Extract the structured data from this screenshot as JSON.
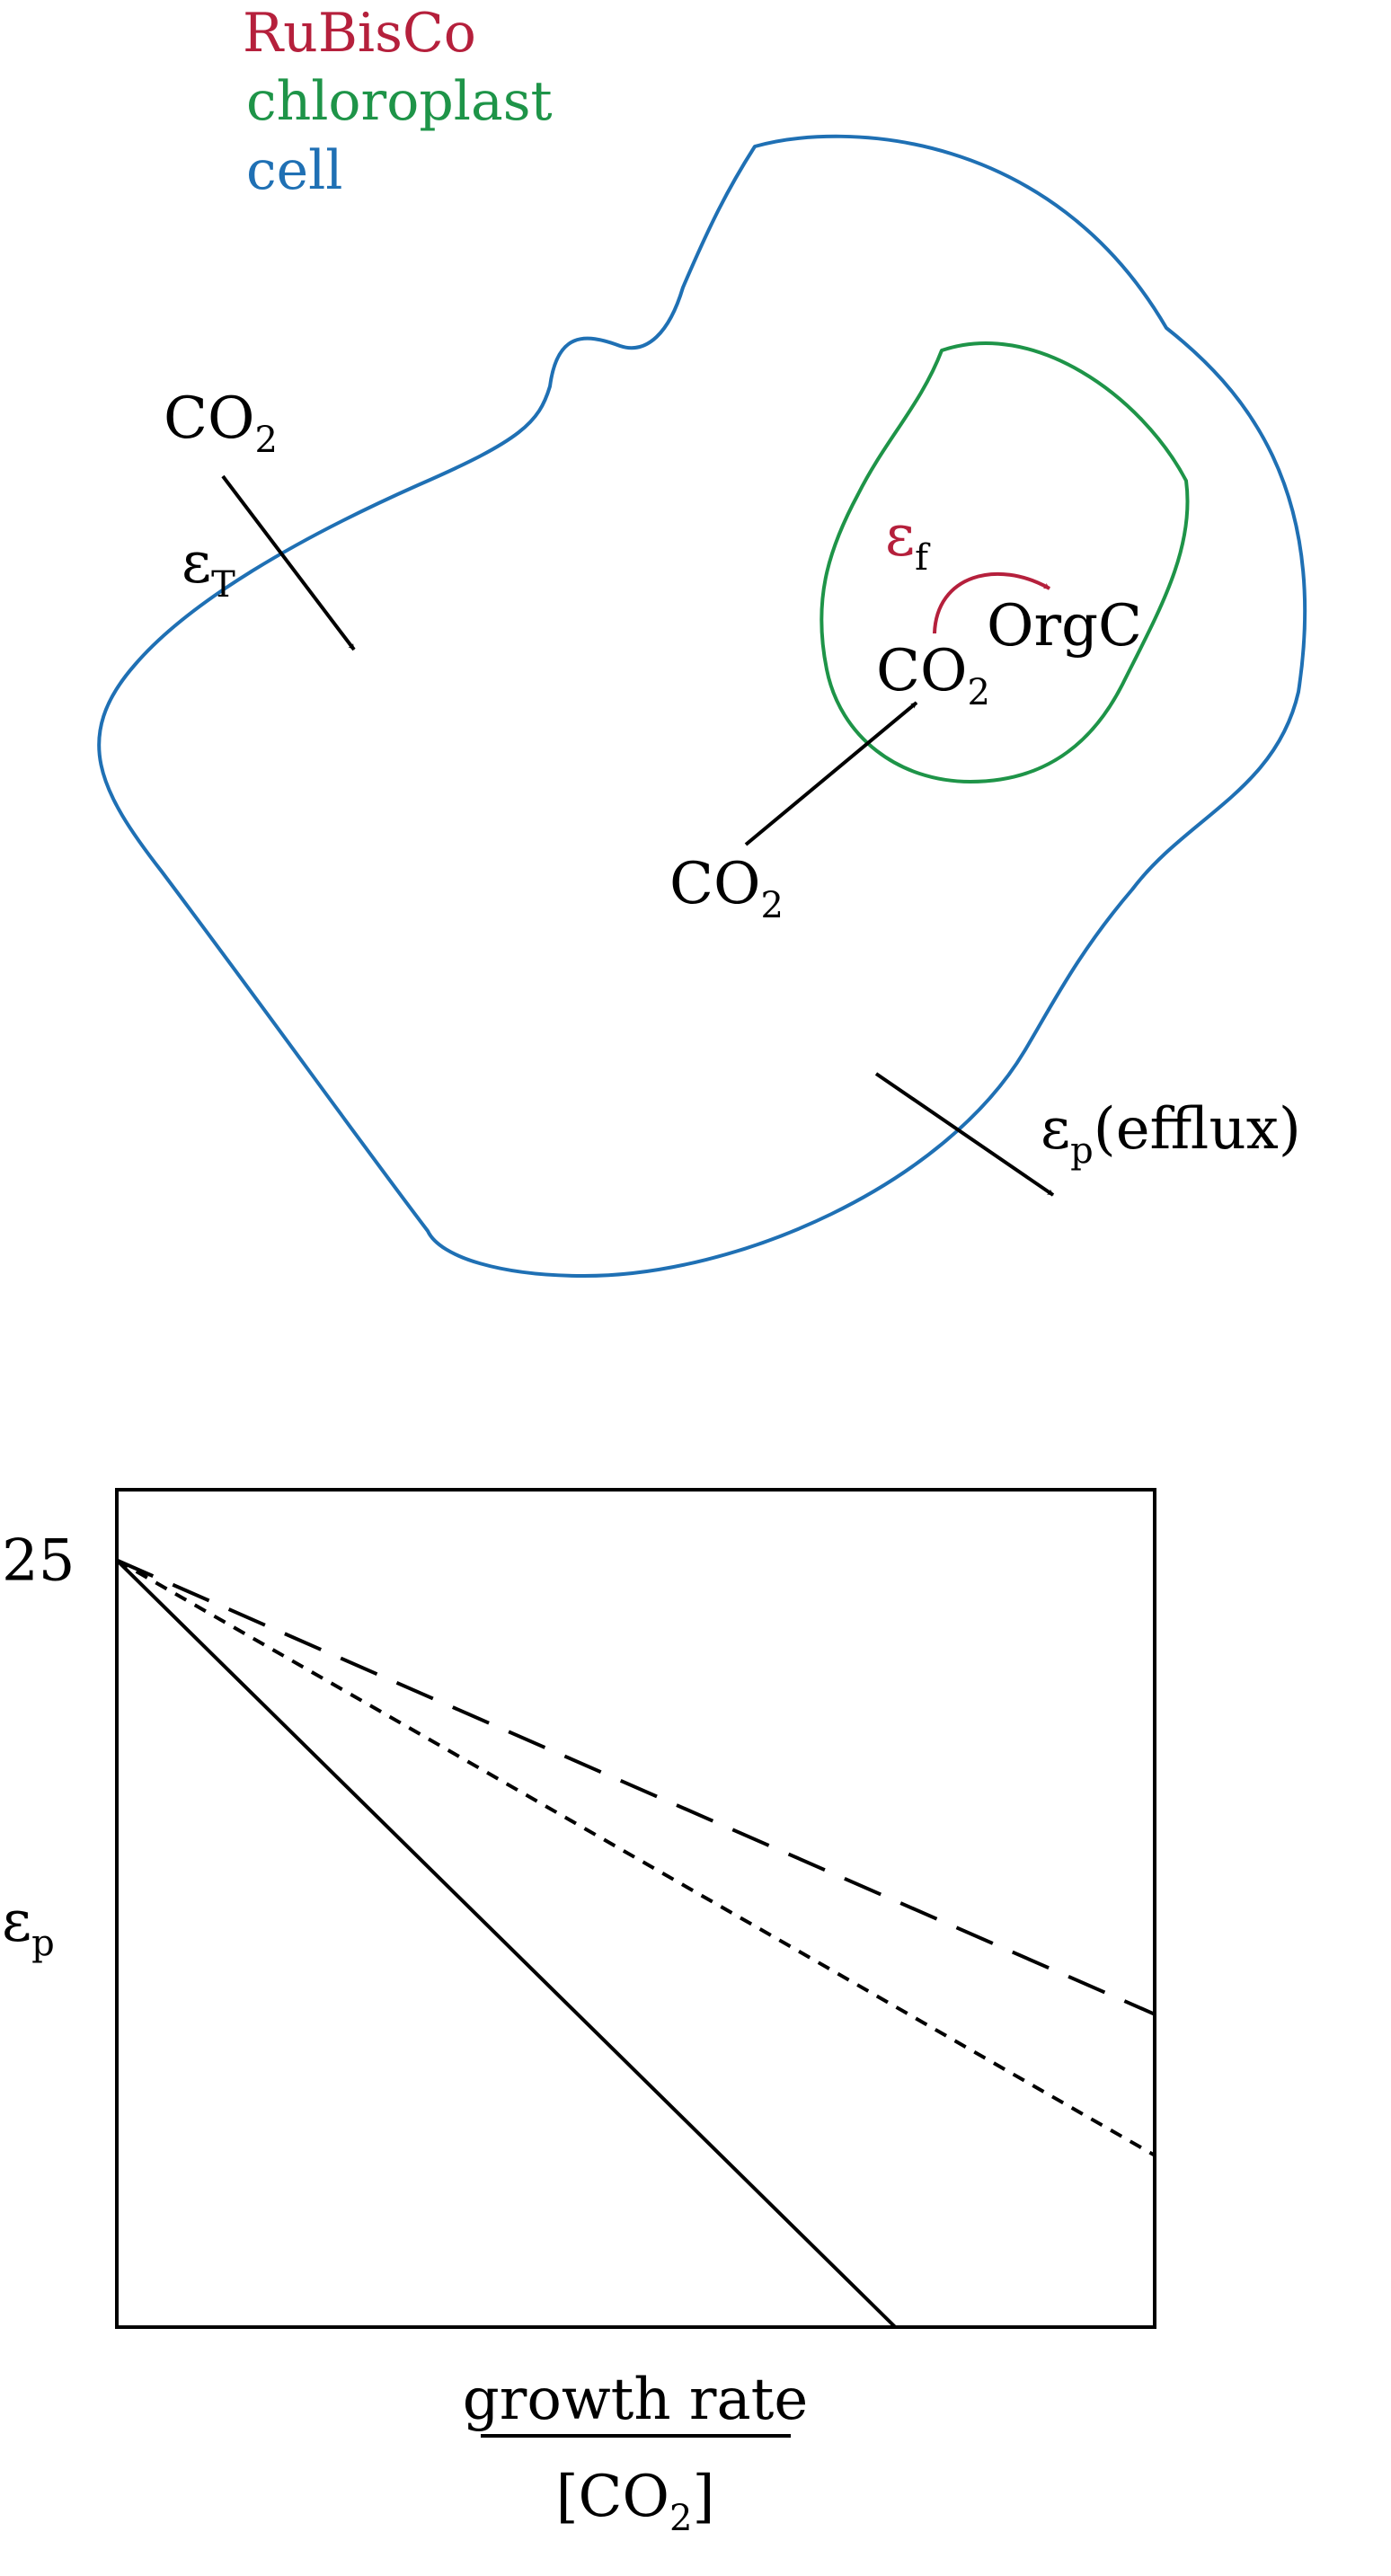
{
  "colors": {
    "rubisco": "#b5203c",
    "chloroplast": "#1e9448",
    "cell": "#1f70b4",
    "ink": "#000000"
  },
  "legend": {
    "rubisco": "RuBisCo",
    "chloroplast": "chloroplast",
    "cell": "cell"
  },
  "diagram": {
    "co2_outside": {
      "base": "CO",
      "sub": "2"
    },
    "epsilon_t": {
      "symbol": "ε",
      "sub": "T"
    },
    "co2_chloroplast": {
      "base": "CO",
      "sub": "2"
    },
    "co2_cytosol": {
      "base": "CO",
      "sub": "2"
    },
    "epsilon_f": {
      "symbol": "ε",
      "sub": "f"
    },
    "orgc": "OrgC",
    "epsilon_p_efflux": {
      "symbol": "ε",
      "sub": "p",
      "suffix": "(efflux)"
    }
  },
  "chart_data": {
    "type": "line",
    "xlabel": {
      "numerator": "growth rate",
      "denominator": {
        "open": "[CO",
        "sub": "2",
        "close": "]"
      }
    },
    "ylabel": {
      "symbol": "ε",
      "sub": "p"
    },
    "y_ticks": [
      "25"
    ],
    "x": [
      0,
      1
    ],
    "xlim": [
      0,
      1
    ],
    "ylim": [
      0,
      27.3
    ],
    "grid": false,
    "series": [
      {
        "style": "solid",
        "x": [
          0,
          0.75
        ],
        "values": [
          25,
          0
        ]
      },
      {
        "style": "short-dash",
        "x": [
          0,
          1
        ],
        "values": [
          25,
          5.6
        ]
      },
      {
        "style": "long-dash",
        "x": [
          0,
          1
        ],
        "values": [
          25,
          10.2
        ]
      }
    ]
  }
}
